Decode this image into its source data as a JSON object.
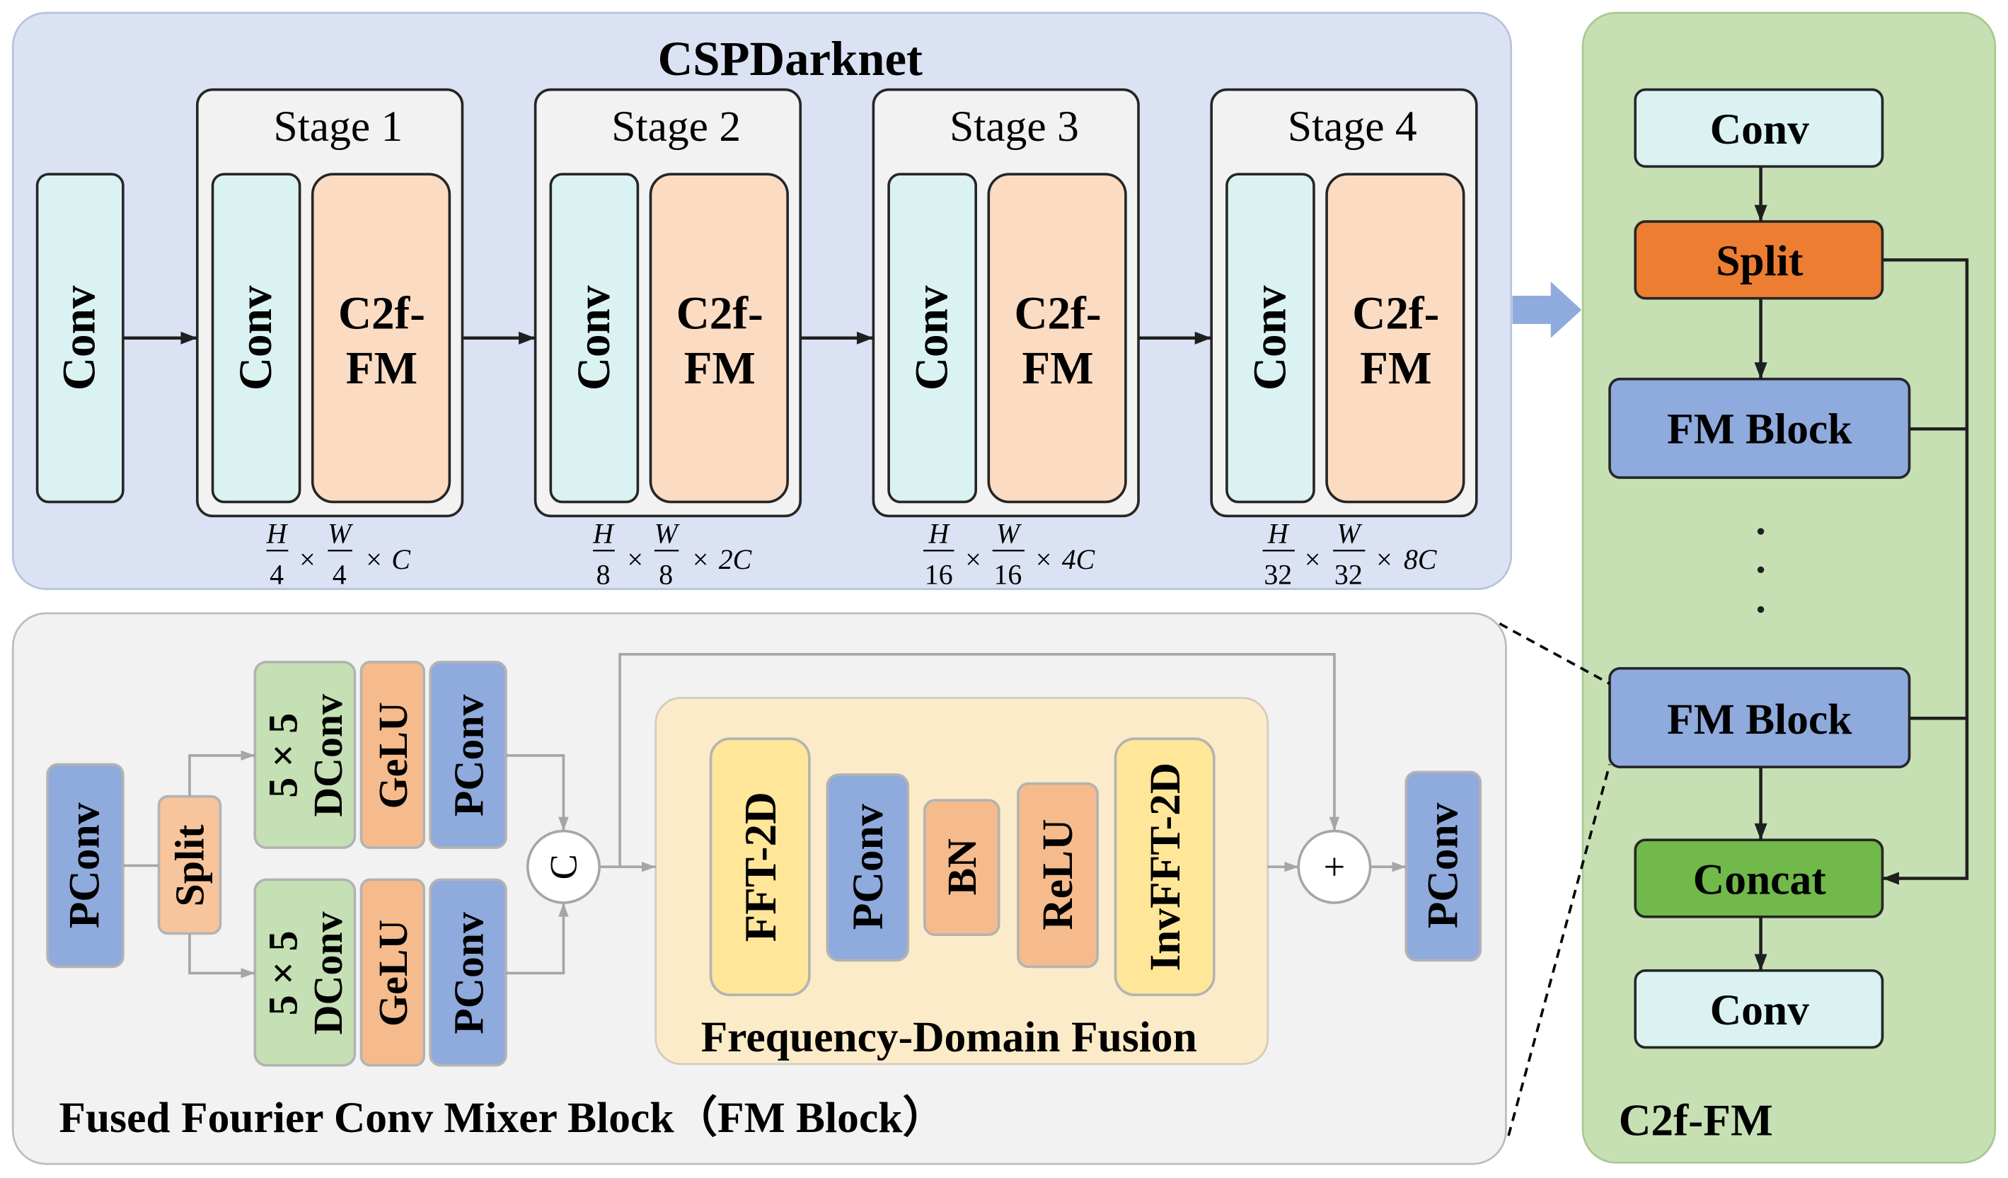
{
  "backbone": {
    "title": "CSPDarknet",
    "stem_label": "Conv",
    "dims_symbols": {
      "h": "H",
      "w": "W",
      "times": "×"
    },
    "stages": [
      {
        "title": "Stage 1",
        "conv_label": "Conv",
        "block_line1": "C2f-",
        "block_line2": "FM",
        "dims": {
          "h_den": "4",
          "w_den": "4",
          "channels": "C"
        }
      },
      {
        "title": "Stage 2",
        "conv_label": "Conv",
        "block_line1": "C2f-",
        "block_line2": "FM",
        "dims": {
          "h_den": "8",
          "w_den": "8",
          "channels": "2C"
        }
      },
      {
        "title": "Stage 3",
        "conv_label": "Conv",
        "block_line1": "C2f-",
        "block_line2": "FM",
        "dims": {
          "h_den": "16",
          "w_den": "16",
          "channels": "4C"
        }
      },
      {
        "title": "Stage 4",
        "conv_label": "Conv",
        "block_line1": "C2f-",
        "block_line2": "FM",
        "dims": {
          "h_den": "32",
          "w_den": "32",
          "channels": "8C"
        }
      }
    ]
  },
  "c2f_fm": {
    "title": "C2f-FM",
    "conv_in": "Conv",
    "split": "Split",
    "block_first": "FM Block",
    "block_last": "FM Block",
    "concat": "Concat",
    "conv_out": "Conv"
  },
  "fm_block": {
    "title": "Fused Fourier Conv Mixer Block（FM Block）",
    "pconv_in": "PConv",
    "split": "Split",
    "branches": [
      {
        "dconv_line1": "5 × 5",
        "dconv_line2": "DConv",
        "activation": "GeLU",
        "pconv": "PConv"
      },
      {
        "dconv_line1": "5 × 5",
        "dconv_line2": "DConv",
        "activation": "GeLU",
        "pconv": "PConv"
      }
    ],
    "concat_symbol": "C",
    "fusion": {
      "title": "Frequency-Domain Fusion",
      "fft": "FFT-2D",
      "pconv": "PConv",
      "bn": "BN",
      "relu": "ReLU",
      "inv_fft": "InvFFT-2D"
    },
    "add_symbol": "+",
    "pconv_out": "PConv"
  },
  "colors": {
    "backbone_panel": "#dae2f4",
    "c2f_panel": "#c6e0b4",
    "fm_panel": "#f2f2f2",
    "fusion_panel": "#fcebc9",
    "stage_panel": "#f2f2f2",
    "conv": "#daf3f2",
    "c2f_block": "#fbdcc3",
    "split_c2f": "#ed7d31",
    "fm_block": "#8faadc",
    "concat": "#70b94a",
    "pconv": "#8faadc",
    "split_fm": "#f7c49c",
    "dconv": "#c5e0b4",
    "activation": "#f5bb8c",
    "fft": "#ffe699",
    "big_arrow": "#8faadc"
  }
}
